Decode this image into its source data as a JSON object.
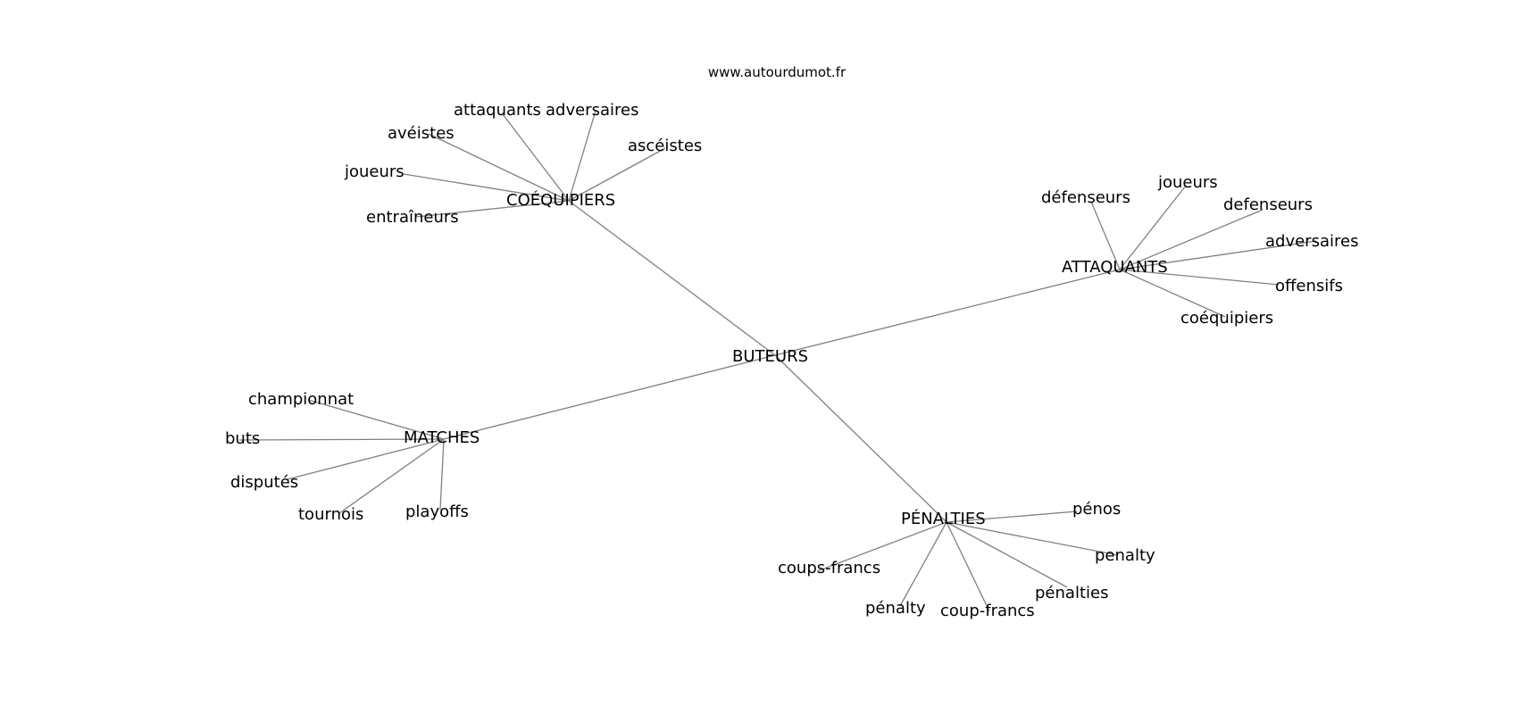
{
  "source": "www.autourdumot.fr",
  "graph": {
    "center": "BUTEURS",
    "hubs": [
      {
        "id": "coequipiers",
        "label": "COÉQUIPIERS",
        "leaves": [
          "attaquants",
          "adversaires",
          "avéistes",
          "ascéistes",
          "joueurs",
          "entraîneurs"
        ]
      },
      {
        "id": "attaquants",
        "label": "ATTAQUANTS",
        "leaves": [
          "défenseurs",
          "joueurs",
          "defenseurs",
          "adversaires",
          "offensifs",
          "coéquipiers"
        ]
      },
      {
        "id": "matches",
        "label": "MATCHES",
        "leaves": [
          "championnat",
          "buts",
          "disputés",
          "tournois",
          "playoffs"
        ]
      },
      {
        "id": "penalties",
        "label": "PÉNALTIES",
        "leaves": [
          "pénos",
          "penalty",
          "pénalties",
          "coup-francs",
          "pénalty",
          "coups-francs"
        ]
      }
    ]
  }
}
